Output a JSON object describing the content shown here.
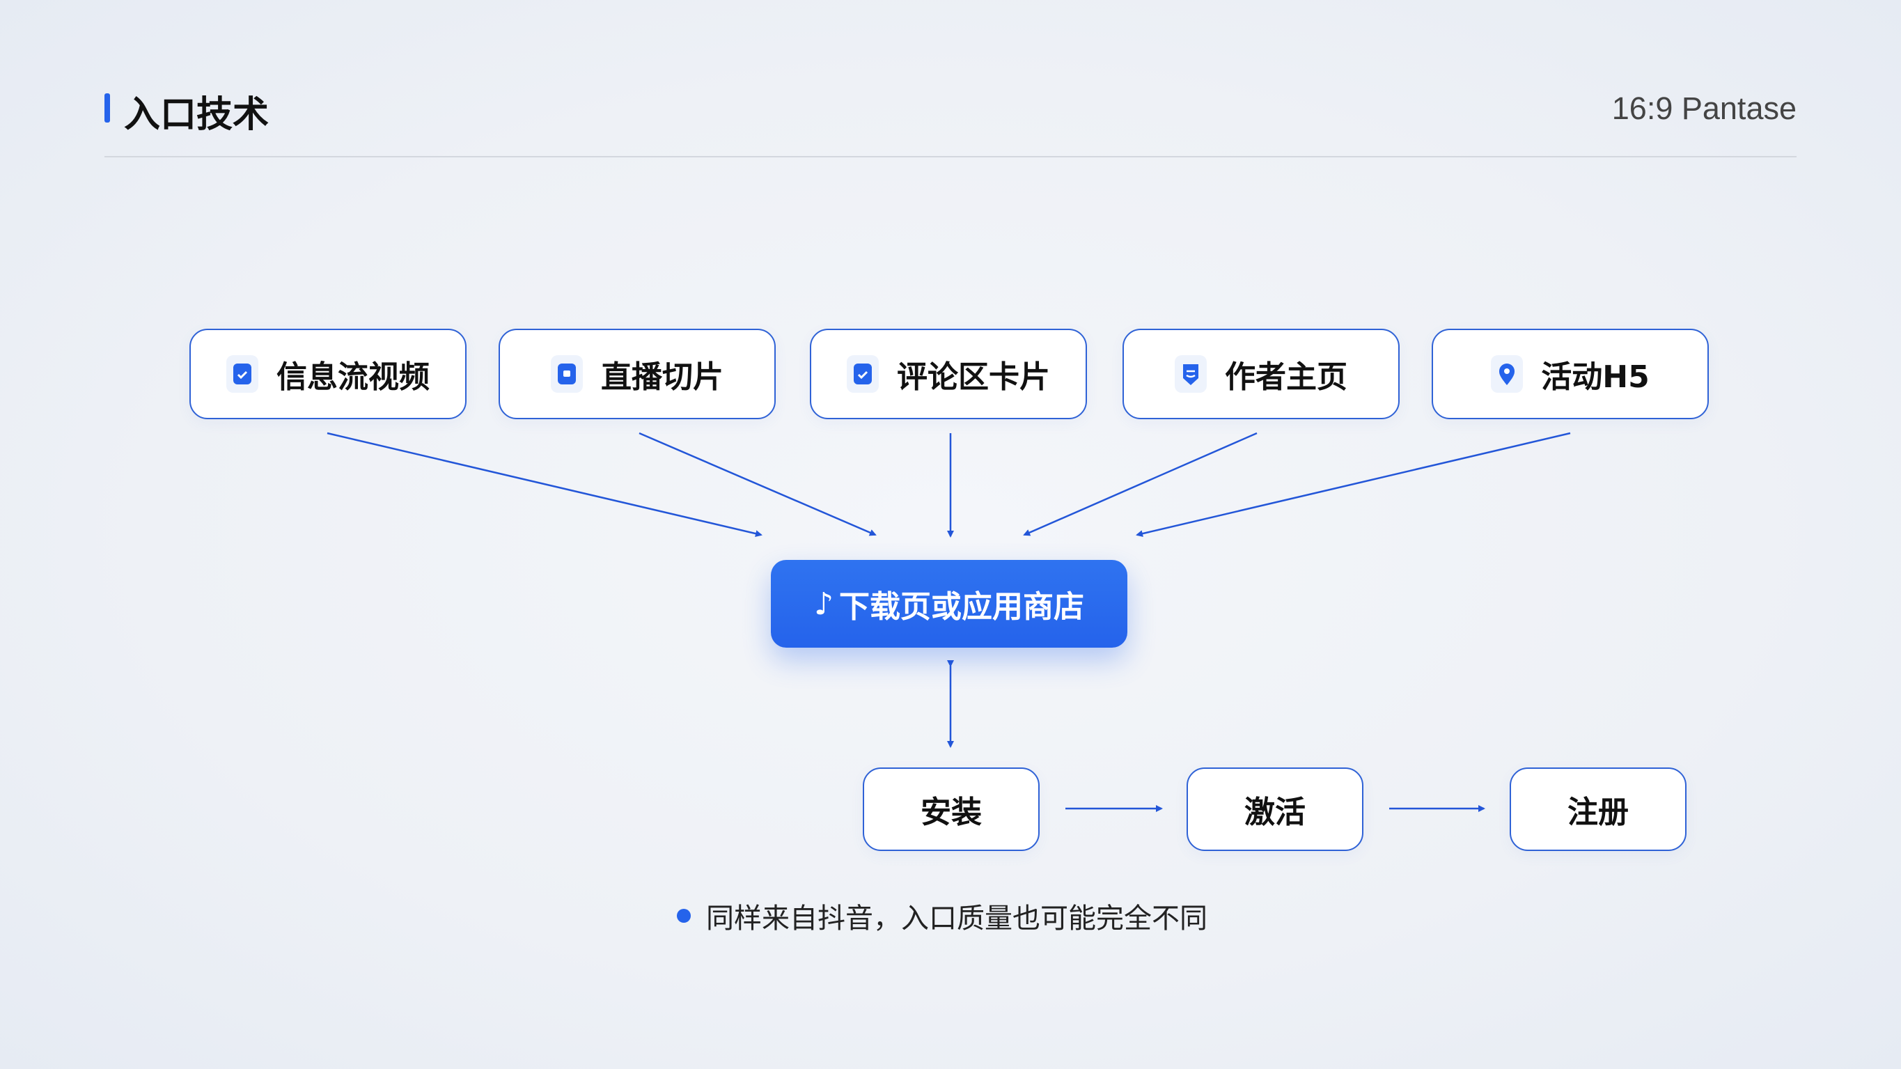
{
  "header": {
    "title": "入口技术",
    "brand": "16:9 Pantase"
  },
  "entries": [
    {
      "label": "信息流视频",
      "icon": "check-badge-icon"
    },
    {
      "label": "直播切片",
      "icon": "camera-badge-icon"
    },
    {
      "label": "评论区卡片",
      "icon": "check-badge-icon"
    },
    {
      "label": "作者主页",
      "icon": "user-badge-icon"
    },
    {
      "label": "活动H5",
      "icon": "location-pin-icon"
    }
  ],
  "center": {
    "label": "下载页或应用商店",
    "icon": "tiktok-note-icon"
  },
  "funnel": [
    "安装",
    "激活",
    "注册"
  ],
  "note": "同样来自抖音，入口质量也可能完全不同",
  "colors": {
    "accent": "#2563eb",
    "border": "#2f62d6"
  }
}
